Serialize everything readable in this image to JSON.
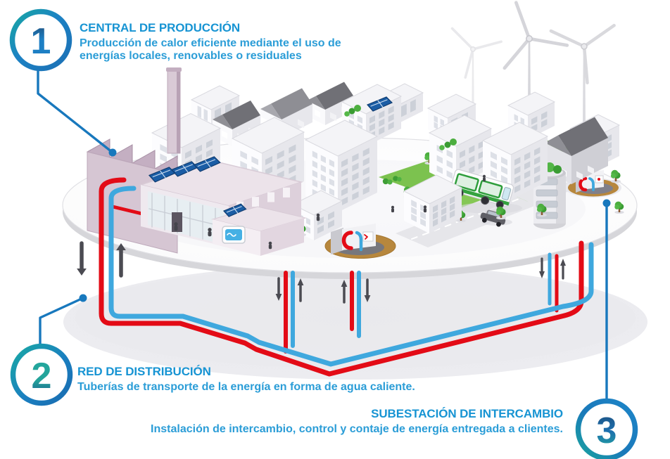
{
  "steps": [
    {
      "number": "1",
      "title": "CENTRAL DE PRODUCCIÓN",
      "description": "Producción de calor eficiente mediante el uso de energías locales, renovables o residuales"
    },
    {
      "number": "2",
      "title": "RED DE DISTRIBUCIÓN",
      "description": "Tuberías de transporte de la energía en forma de agua caliente."
    },
    {
      "number": "3",
      "title": "SUBESTACIÓN DE INTERCAMBIO",
      "description": "Instalación de intercambio, control y contaje de energía entregada a clientes."
    }
  ],
  "colors": {
    "accent": "#1b94d2",
    "badge_blue": "#1d7fc4",
    "badge_teal": "#1ba7a1",
    "hot_pipe": "#e30b16",
    "cold_pipe": "#3fa8de"
  },
  "illustration": {
    "icons": [
      "factory-icon",
      "wind-turbine-icon",
      "solar-panel-icon",
      "bus-icon",
      "car-icon",
      "tree-icon",
      "substation-cutaway-icon",
      "heat-pipe-icon"
    ]
  }
}
